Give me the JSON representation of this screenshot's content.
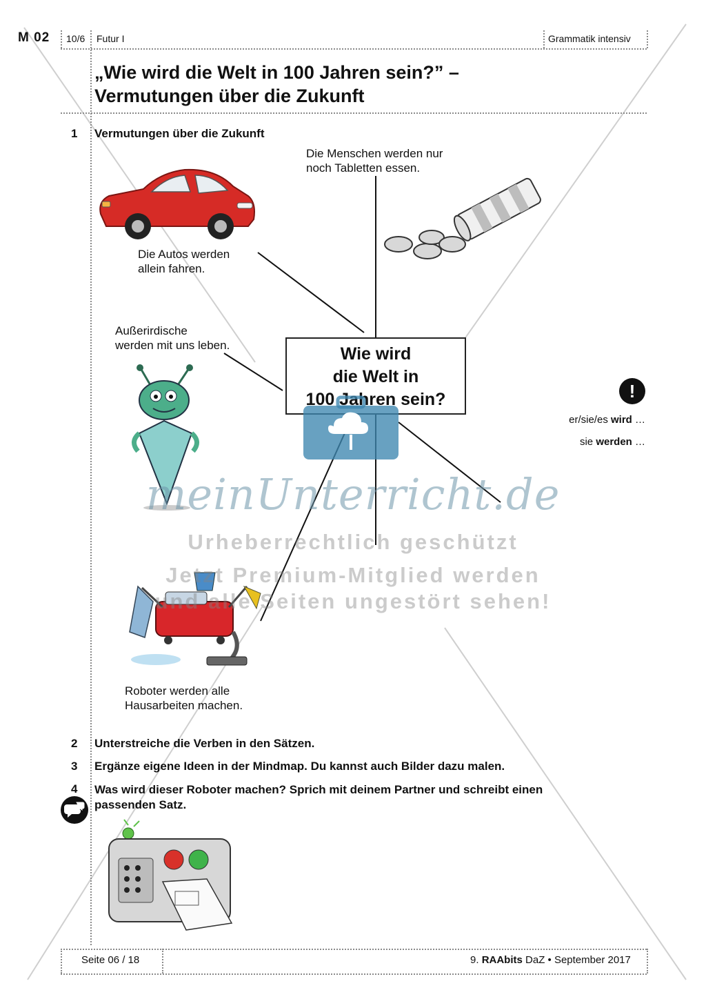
{
  "header": {
    "code": "M 02",
    "number": "10/6",
    "topic": "Futur I",
    "series": "Grammatik intensiv"
  },
  "title": {
    "line1": "„Wie wird die Welt in 100 Jahren sein?” –",
    "line2": "Vermutungen über die Zukunft"
  },
  "tasks": [
    {
      "num": "1",
      "text": "Vermutungen über die Zukunft"
    },
    {
      "num": "2",
      "text": "Unterstreiche die Verben in den Sätzen."
    },
    {
      "num": "3",
      "text": "Ergänze eigene Ideen in der Mindmap. Du kannst auch Bilder dazu malen."
    },
    {
      "num": "4",
      "line1": "Was wird dieser Roboter machen? Sprich mit deinem Partner und schreibt einen",
      "line2": "passenden Satz."
    }
  ],
  "mindmap": {
    "center": {
      "line1": "Wie wird",
      "line2": "die Welt in",
      "line3": "100 Jahren sein?"
    },
    "pills": {
      "line1": "Die Menschen werden nur",
      "line2": "noch Tabletten essen."
    },
    "cars": {
      "line1": "Die Autos werden",
      "line2": "allein fahren."
    },
    "aliens": {
      "line1": "Außerirdische",
      "line2": "werden mit uns leben."
    },
    "robots": {
      "line1": "Roboter werden alle",
      "line2": "Hausarbeiten machen."
    }
  },
  "grammar_hint": {
    "icon": "exclamation-icon",
    "line1_prefix": "er/sie/es ",
    "line1_bold": "wird",
    "line1_suffix": " …",
    "line2_prefix": "sie ",
    "line2_bold": "werden",
    "line2_suffix": " …"
  },
  "watermark": {
    "brand": "meinUnterricht.de",
    "line1": "Urheberrechtlich geschützt",
    "line2": "Jetzt Premium-Mitglied werden",
    "line3": "und alle Seiten ungestört sehen!"
  },
  "footer": {
    "page": "Seite 06 / 18",
    "issue_prefix": "9. ",
    "issue_brand": "RAAbits",
    "issue_suffix": " DaZ • September 2017"
  },
  "colors": {
    "car": "#d62b26",
    "alien": "#4cae8a",
    "vacuum": "#d8262a",
    "watermark_logo": "#3d86b0"
  }
}
